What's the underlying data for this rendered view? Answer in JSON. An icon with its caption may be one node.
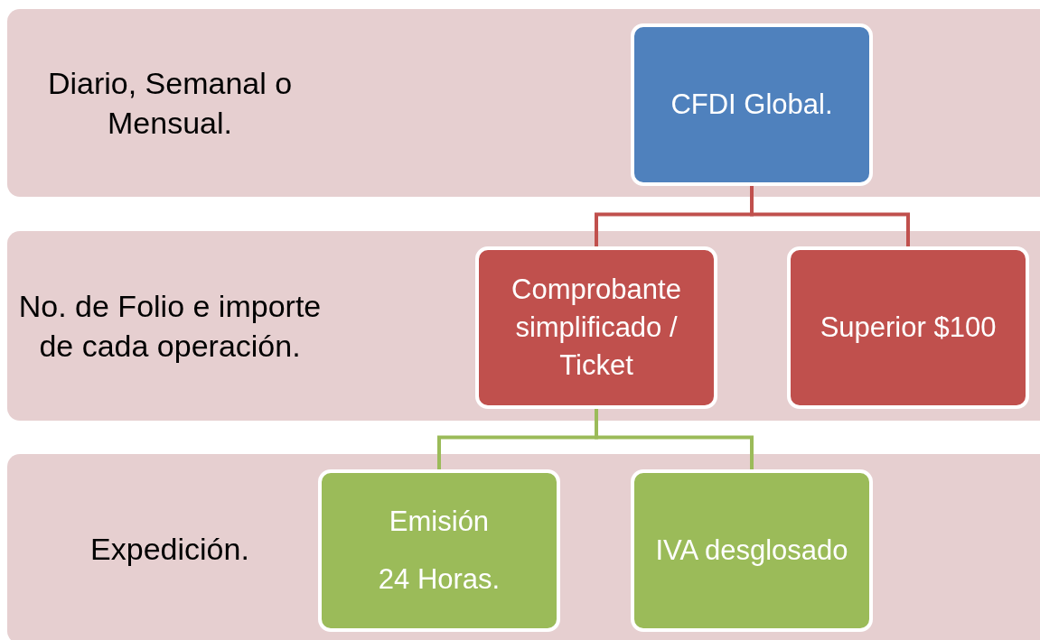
{
  "diagram": {
    "nodes": [
      {
        "text": [
          "Diario, Semanal o Mensual."
        ]
      },
      {
        "text": [
          "No. de Folio e importe de cada operación."
        ]
      },
      {
        "text": [
          "Expedición."
        ]
      },
      {
        "text": [
          "CFDI Global."
        ],
        "in": 0
      },
      {
        "text": [
          "Comprobante simplificado / Ticket"
        ],
        "in": 1
      },
      {
        "text": [
          "Superior $100"
        ],
        "in": 1
      },
      {
        "text": [
          "Emisión",
          "24 Horas."
        ],
        "in": 2
      },
      {
        "text": [
          "IVA desglosado"
        ],
        "in": 2
      }
    ],
    "edges": [
      {
        "from": 3,
        "to": 4,
        "arrow": "none",
        "color": "#c0504d"
      },
      {
        "from": 3,
        "to": 5,
        "arrow": "none",
        "color": "#c0504d"
      },
      {
        "from": 4,
        "to": 6,
        "arrow": "none",
        "color": "#9bbb59"
      },
      {
        "from": 4,
        "to": 7,
        "arrow": "none",
        "color": "#9bbb59"
      }
    ]
  }
}
